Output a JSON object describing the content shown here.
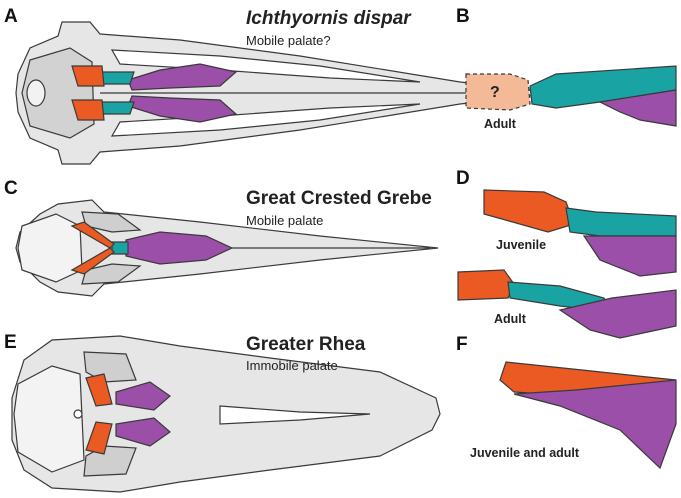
{
  "colors": {
    "bone": "#e6e6e6",
    "bone_dark": "#bdbdbd",
    "outline": "#3a3a3a",
    "palatine": "#9b4fa8",
    "pterygoid": "#1aa3a3",
    "quadrate": "#ea5a22",
    "quadrate_light": "#f4b996"
  },
  "panels": {
    "A": {
      "letter": "A",
      "title": "Ichthyornis dispar",
      "subtitle": "Mobile palate?"
    },
    "B": {
      "letter": "B",
      "stage": "Adult",
      "unknown_mark": "?"
    },
    "C": {
      "letter": "C",
      "title": "Great Crested Grebe",
      "subtitle": "Mobile palate"
    },
    "D": {
      "letter": "D",
      "stage_1": "Juvenile",
      "stage_2": "Adult"
    },
    "E": {
      "letter": "E",
      "title": "Greater Rhea",
      "subtitle": "Immobile palate"
    },
    "F": {
      "letter": "F",
      "stage": "Juvenile and adult"
    }
  }
}
